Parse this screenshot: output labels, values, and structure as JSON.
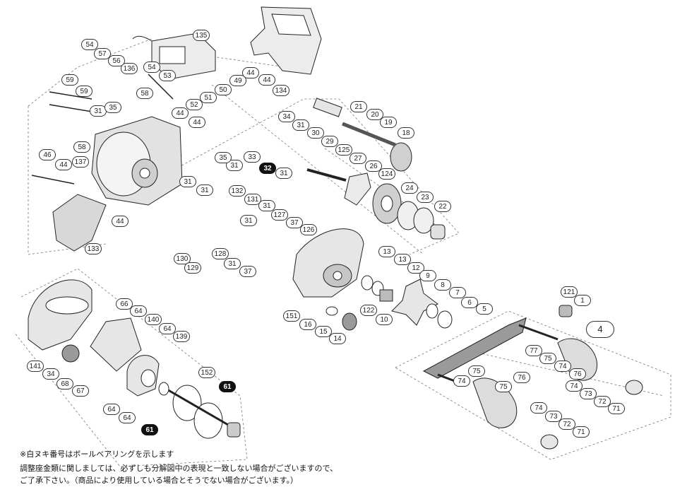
{
  "colors": {
    "ink": "#222222",
    "part_fill": "#ececec",
    "part_shade": "#b8b8b8",
    "dark_part": "#6e6e6e"
  },
  "callouts": [
    {
      "n": "135"
    },
    {
      "n": "54"
    },
    {
      "n": "57"
    },
    {
      "n": "56"
    },
    {
      "n": "136"
    },
    {
      "n": "54"
    },
    {
      "n": "53"
    },
    {
      "n": "44"
    },
    {
      "n": "44"
    },
    {
      "n": "134"
    },
    {
      "n": "59"
    },
    {
      "n": "59"
    },
    {
      "n": "58"
    },
    {
      "n": "51"
    },
    {
      "n": "50"
    },
    {
      "n": "49"
    },
    {
      "n": "31"
    },
    {
      "n": "35"
    },
    {
      "n": "52"
    },
    {
      "n": "44"
    },
    {
      "n": "44"
    },
    {
      "n": "21"
    },
    {
      "n": "20"
    },
    {
      "n": "34"
    },
    {
      "n": "31"
    },
    {
      "n": "19"
    },
    {
      "n": "30"
    },
    {
      "n": "18"
    },
    {
      "n": "58"
    },
    {
      "n": "33"
    },
    {
      "n": "29"
    },
    {
      "n": "125"
    },
    {
      "n": "31"
    },
    {
      "n": "32",
      "filled": true
    },
    {
      "n": "27"
    },
    {
      "n": "26"
    },
    {
      "n": "31"
    },
    {
      "n": "124"
    },
    {
      "n": "35"
    },
    {
      "n": "46"
    },
    {
      "n": "44"
    },
    {
      "n": "137"
    },
    {
      "n": "31"
    },
    {
      "n": "31"
    },
    {
      "n": "24"
    },
    {
      "n": "23"
    },
    {
      "n": "132"
    },
    {
      "n": "31"
    },
    {
      "n": "22"
    },
    {
      "n": "131"
    },
    {
      "n": "31"
    },
    {
      "n": "44"
    },
    {
      "n": "127"
    },
    {
      "n": "37"
    },
    {
      "n": "133"
    },
    {
      "n": "126"
    },
    {
      "n": "128"
    },
    {
      "n": "130"
    },
    {
      "n": "31"
    },
    {
      "n": "37"
    },
    {
      "n": "129"
    },
    {
      "n": "13"
    },
    {
      "n": "13"
    },
    {
      "n": "12"
    },
    {
      "n": "9"
    },
    {
      "n": "8"
    },
    {
      "n": "7"
    },
    {
      "n": "121"
    },
    {
      "n": "1"
    },
    {
      "n": "6"
    },
    {
      "n": "5"
    },
    {
      "n": "151"
    },
    {
      "n": "122"
    },
    {
      "n": "10"
    },
    {
      "n": "16"
    },
    {
      "n": "15"
    },
    {
      "n": "14"
    },
    {
      "n": "66"
    },
    {
      "n": "64"
    },
    {
      "n": "140"
    },
    {
      "n": "64"
    },
    {
      "n": "139"
    },
    {
      "n": "4",
      "group": true
    },
    {
      "n": "77"
    },
    {
      "n": "75"
    },
    {
      "n": "74"
    },
    {
      "n": "76"
    },
    {
      "n": "141"
    },
    {
      "n": "34"
    },
    {
      "n": "68"
    },
    {
      "n": "67"
    },
    {
      "n": "152"
    },
    {
      "n": "61",
      "filled": true
    },
    {
      "n": "75"
    },
    {
      "n": "74"
    },
    {
      "n": "74"
    },
    {
      "n": "73"
    },
    {
      "n": "75"
    },
    {
      "n": "72"
    },
    {
      "n": "71"
    },
    {
      "n": "64"
    },
    {
      "n": "64"
    },
    {
      "n": "61",
      "filled": true
    },
    {
      "n": "74"
    },
    {
      "n": "73"
    },
    {
      "n": "72"
    },
    {
      "n": "71"
    },
    {
      "n": "76"
    }
  ],
  "notes": [
    "※白ヌキ番号はボールベアリングを示します",
    "調整座金類に関しましては、必ずしも分解図中の表現と一致しない場合がございますので、",
    "ご了承下さい。（商品により使用している場合とそうでない場合がございます。）"
  ]
}
